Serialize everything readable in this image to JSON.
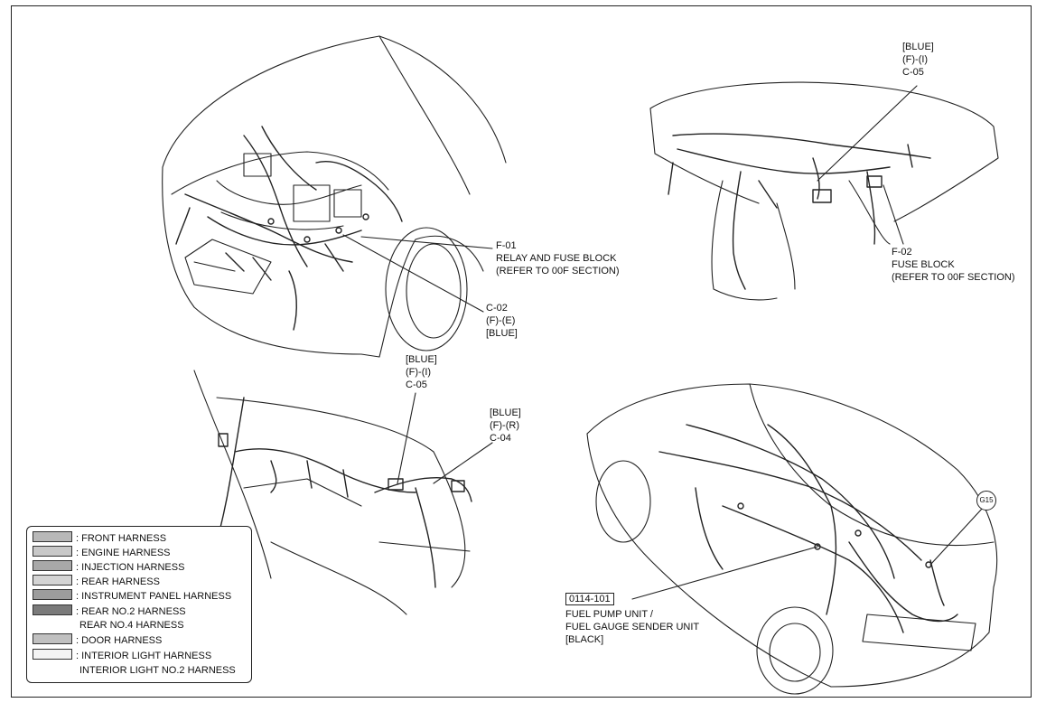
{
  "callouts": {
    "f01": [
      "F-01",
      "RELAY AND FUSE BLOCK",
      "(REFER TO 00F SECTION)"
    ],
    "c02": [
      "C-02",
      "(F)-(E)",
      "[BLUE]"
    ],
    "c05_top": [
      "[BLUE]",
      "(F)-(I)",
      "C-05"
    ],
    "f02": [
      "F-02",
      "FUSE BLOCK",
      "(REFER TO 00F SECTION)"
    ],
    "c05_bottom": [
      "[BLUE]",
      "(F)-(I)",
      "C-05"
    ],
    "c04": [
      "[BLUE]",
      "(F)-(R)",
      "C-04"
    ],
    "fuel_pump": {
      "code": "0114-101",
      "lines": [
        "FUEL PUMP UNIT /",
        "FUEL GAUGE SENDER UNIT",
        "[BLACK]"
      ]
    },
    "ground": "G15"
  },
  "legend": [
    {
      "label": ": FRONT HARNESS",
      "swatch": "#b8b8b8"
    },
    {
      "label": ": ENGINE HARNESS",
      "swatch": "#c8c8c8"
    },
    {
      "label": ": INJECTION HARNESS",
      "swatch": "#a8a8a8"
    },
    {
      "label": ": REAR HARNESS",
      "swatch": "#d4d4d4"
    },
    {
      "label": ": INSTRUMENT PANEL HARNESS",
      "swatch": "#9c9c9c"
    },
    {
      "label": ": REAR NO.2 HARNESS",
      "swatch": "#7a7a7a"
    },
    {
      "label": "REAR NO.4 HARNESS",
      "swatch": null
    },
    {
      "label": ": DOOR HARNESS",
      "swatch": "#c0c0c0"
    },
    {
      "label": ": INTERIOR LIGHT HARNESS",
      "swatch": "#f4f4f4"
    },
    {
      "label": "INTERIOR LIGHT NO.2 HARNESS",
      "swatch": null
    }
  ]
}
